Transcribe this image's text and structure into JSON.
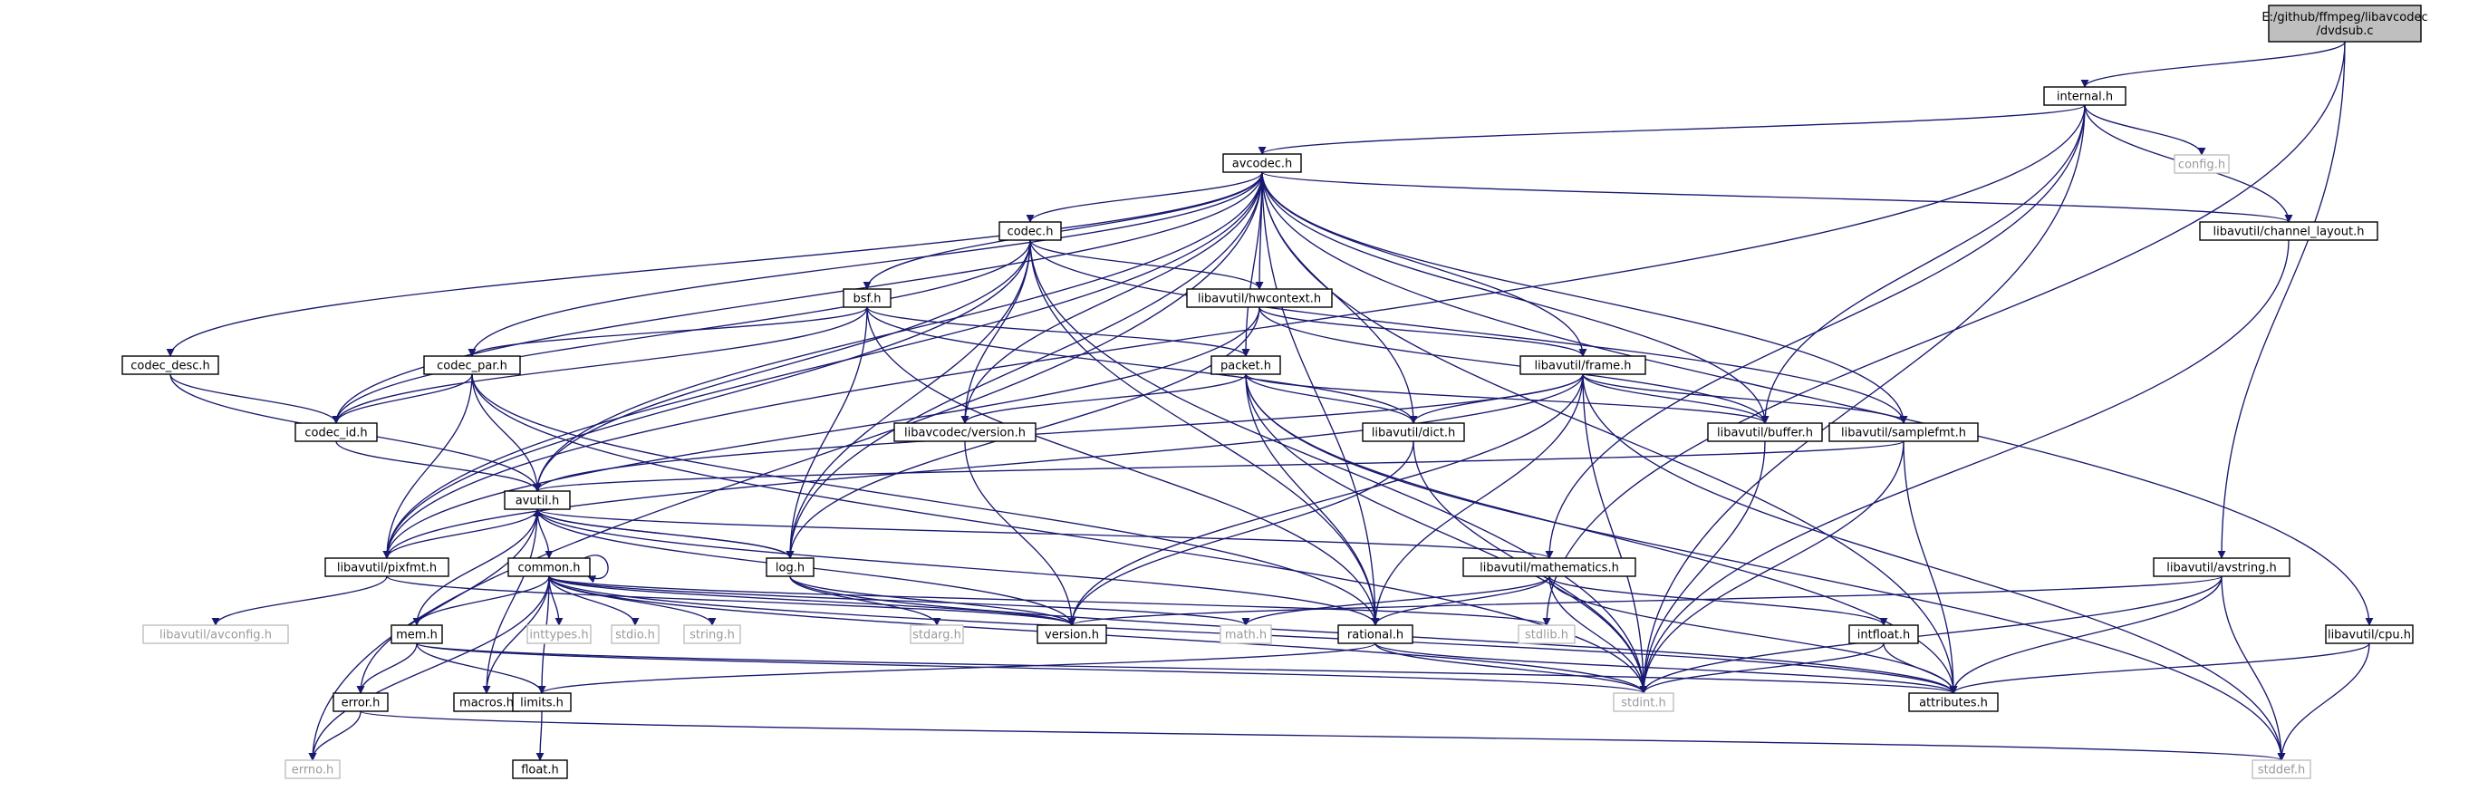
{
  "graph": {
    "edge_color": "#191970",
    "root_fill": "#bfbfbf",
    "node_border": "#000000",
    "external_border": "#bfbfbf",
    "external_text": "#9a9a9a",
    "nodes": [
      {
        "id": "root",
        "lines": [
          "E:/github/ffmpeg/libavcodec",
          "/dvdsub.c"
        ],
        "style": "root"
      },
      {
        "id": "internal",
        "lines": [
          "internal.h"
        ],
        "style": "solid"
      },
      {
        "id": "avcodec",
        "lines": [
          "avcodec.h"
        ],
        "style": "solid"
      },
      {
        "id": "config",
        "lines": [
          "config.h"
        ],
        "style": "gray"
      },
      {
        "id": "chlayout",
        "lines": [
          "libavutil/channel_layout.h"
        ],
        "style": "solid"
      },
      {
        "id": "codec",
        "lines": [
          "codec.h"
        ],
        "style": "solid"
      },
      {
        "id": "hwcontext",
        "lines": [
          "libavutil/hwcontext.h"
        ],
        "style": "solid"
      },
      {
        "id": "bsf",
        "lines": [
          "bsf.h"
        ],
        "style": "solid"
      },
      {
        "id": "codecdesc",
        "lines": [
          "codec_desc.h"
        ],
        "style": "solid"
      },
      {
        "id": "codecpar",
        "lines": [
          "codec_par.h"
        ],
        "style": "solid"
      },
      {
        "id": "packet",
        "lines": [
          "packet.h"
        ],
        "style": "solid"
      },
      {
        "id": "frame",
        "lines": [
          "libavutil/frame.h"
        ],
        "style": "solid"
      },
      {
        "id": "codecid",
        "lines": [
          "codec_id.h"
        ],
        "style": "solid"
      },
      {
        "id": "avcversion",
        "lines": [
          "libavcodec/version.h"
        ],
        "style": "solid"
      },
      {
        "id": "dict",
        "lines": [
          "libavutil/dict.h"
        ],
        "style": "solid"
      },
      {
        "id": "buffer",
        "lines": [
          "libavutil/buffer.h"
        ],
        "style": "solid"
      },
      {
        "id": "samplefmt",
        "lines": [
          "libavutil/samplefmt.h"
        ],
        "style": "solid"
      },
      {
        "id": "avutil",
        "lines": [
          "avutil.h"
        ],
        "style": "solid"
      },
      {
        "id": "pixfmt",
        "lines": [
          "libavutil/pixfmt.h"
        ],
        "style": "solid"
      },
      {
        "id": "log",
        "lines": [
          "log.h"
        ],
        "style": "solid"
      },
      {
        "id": "common",
        "lines": [
          "common.h"
        ],
        "style": "solid"
      },
      {
        "id": "mathematics",
        "lines": [
          "libavutil/mathematics.h"
        ],
        "style": "solid"
      },
      {
        "id": "avstring",
        "lines": [
          "libavutil/avstring.h"
        ],
        "style": "solid"
      },
      {
        "id": "avconfig",
        "lines": [
          "libavutil/avconfig.h"
        ],
        "style": "gray"
      },
      {
        "id": "mem",
        "lines": [
          "mem.h"
        ],
        "style": "solid"
      },
      {
        "id": "inttypes",
        "lines": [
          "inttypes.h"
        ],
        "style": "gray"
      },
      {
        "id": "stdio",
        "lines": [
          "stdio.h"
        ],
        "style": "gray"
      },
      {
        "id": "string",
        "lines": [
          "string.h"
        ],
        "style": "gray"
      },
      {
        "id": "stdarg",
        "lines": [
          "stdarg.h"
        ],
        "style": "gray"
      },
      {
        "id": "version",
        "lines": [
          "version.h"
        ],
        "style": "solid"
      },
      {
        "id": "math",
        "lines": [
          "math.h"
        ],
        "style": "gray"
      },
      {
        "id": "rational",
        "lines": [
          "rational.h"
        ],
        "style": "solid"
      },
      {
        "id": "stdlib",
        "lines": [
          "stdlib.h"
        ],
        "style": "gray"
      },
      {
        "id": "intfloat",
        "lines": [
          "intfloat.h"
        ],
        "style": "solid"
      },
      {
        "id": "cpu",
        "lines": [
          "libavutil/cpu.h"
        ],
        "style": "solid"
      },
      {
        "id": "error",
        "lines": [
          "error.h"
        ],
        "style": "solid"
      },
      {
        "id": "macros",
        "lines": [
          "macros.h"
        ],
        "style": "solid"
      },
      {
        "id": "limits",
        "lines": [
          "limits.h"
        ],
        "style": "solid"
      },
      {
        "id": "stdint",
        "lines": [
          "stdint.h"
        ],
        "style": "gray"
      },
      {
        "id": "attributes",
        "lines": [
          "attributes.h"
        ],
        "style": "solid"
      },
      {
        "id": "float",
        "lines": [
          "float.h"
        ],
        "style": "solid"
      },
      {
        "id": "errno",
        "lines": [
          "errno.h"
        ],
        "style": "gray"
      },
      {
        "id": "stddef",
        "lines": [
          "stddef.h"
        ],
        "style": "gray"
      }
    ],
    "edges": [
      [
        "root",
        "internal"
      ],
      [
        "root",
        "avstring"
      ],
      [
        "root",
        "stdlib"
      ],
      [
        "internal",
        "avcodec"
      ],
      [
        "internal",
        "config"
      ],
      [
        "internal",
        "chlayout"
      ],
      [
        "internal",
        "buffer"
      ],
      [
        "internal",
        "mathematics"
      ],
      [
        "internal",
        "pixfmt"
      ],
      [
        "internal",
        "stdint"
      ],
      [
        "avcodec",
        "errno"
      ],
      [
        "avcodec",
        "pixfmt"
      ],
      [
        "avcodec",
        "codecdesc"
      ],
      [
        "avcodec",
        "avutil"
      ],
      [
        "avcodec",
        "codecid"
      ],
      [
        "avcodec",
        "codecpar"
      ],
      [
        "avcodec",
        "bsf"
      ],
      [
        "avcodec",
        "log"
      ],
      [
        "avcodec",
        "avcversion"
      ],
      [
        "avcodec",
        "codec"
      ],
      [
        "avcodec",
        "hwcontext"
      ],
      [
        "avcodec",
        "packet"
      ],
      [
        "avcodec",
        "dict"
      ],
      [
        "avcodec",
        "frame"
      ],
      [
        "avcodec",
        "buffer"
      ],
      [
        "avcodec",
        "samplefmt"
      ],
      [
        "avcodec",
        "rational"
      ],
      [
        "avcodec",
        "attributes"
      ],
      [
        "avcodec",
        "chlayout"
      ],
      [
        "avcodec",
        "cpu"
      ],
      [
        "chlayout",
        "stdint"
      ],
      [
        "codec",
        "codecid"
      ],
      [
        "codec",
        "pixfmt"
      ],
      [
        "codec",
        "avutil"
      ],
      [
        "codec",
        "log"
      ],
      [
        "codec",
        "avcversion"
      ],
      [
        "codec",
        "hwcontext"
      ],
      [
        "codec",
        "rational"
      ],
      [
        "codec",
        "samplefmt"
      ],
      [
        "codec",
        "stdint"
      ],
      [
        "hwcontext",
        "pixfmt"
      ],
      [
        "hwcontext",
        "frame"
      ],
      [
        "hwcontext",
        "buffer"
      ],
      [
        "hwcontext",
        "log"
      ],
      [
        "bsf",
        "codecid"
      ],
      [
        "bsf",
        "codecpar"
      ],
      [
        "bsf",
        "packet"
      ],
      [
        "bsf",
        "dict"
      ],
      [
        "bsf",
        "log"
      ],
      [
        "bsf",
        "rational"
      ],
      [
        "codecdesc",
        "codecid"
      ],
      [
        "codecdesc",
        "avutil"
      ],
      [
        "codecpar",
        "codecid"
      ],
      [
        "codecpar",
        "avutil"
      ],
      [
        "codecpar",
        "pixfmt"
      ],
      [
        "codecpar",
        "rational"
      ],
      [
        "codecpar",
        "stdint"
      ],
      [
        "packet",
        "avcversion"
      ],
      [
        "packet",
        "dict"
      ],
      [
        "packet",
        "buffer"
      ],
      [
        "packet",
        "rational"
      ],
      [
        "packet",
        "stdint"
      ],
      [
        "packet",
        "attributes"
      ],
      [
        "packet",
        "stddef"
      ],
      [
        "frame",
        "dict"
      ],
      [
        "frame",
        "buffer"
      ],
      [
        "frame",
        "samplefmt"
      ],
      [
        "frame",
        "avutil"
      ],
      [
        "frame",
        "pixfmt"
      ],
      [
        "frame",
        "rational"
      ],
      [
        "frame",
        "version"
      ],
      [
        "frame",
        "stdint"
      ],
      [
        "frame",
        "stddef"
      ],
      [
        "codecid",
        "avutil"
      ],
      [
        "avcversion",
        "version"
      ],
      [
        "dict",
        "stdint"
      ],
      [
        "dict",
        "version"
      ],
      [
        "buffer",
        "stdint"
      ],
      [
        "samplefmt",
        "avutil"
      ],
      [
        "samplefmt",
        "stdint"
      ],
      [
        "samplefmt",
        "attributes"
      ],
      [
        "avutil",
        "pixfmt"
      ],
      [
        "avutil",
        "log"
      ],
      [
        "avutil",
        "common"
      ],
      [
        "avutil",
        "error"
      ],
      [
        "avutil",
        "version"
      ],
      [
        "avutil",
        "macros"
      ],
      [
        "avutil",
        "mathematics"
      ],
      [
        "avutil",
        "rational"
      ],
      [
        "pixfmt",
        "avconfig"
      ],
      [
        "pixfmt",
        "version"
      ],
      [
        "log",
        "avutil"
      ],
      [
        "log",
        "stdarg"
      ],
      [
        "log",
        "version"
      ],
      [
        "log",
        "attributes"
      ],
      [
        "common",
        "errno"
      ],
      [
        "common",
        "inttypes"
      ],
      [
        "common",
        "limits"
      ],
      [
        "common",
        "math"
      ],
      [
        "common",
        "stdint"
      ],
      [
        "common",
        "stdio"
      ],
      [
        "common",
        "stdlib"
      ],
      [
        "common",
        "string"
      ],
      [
        "common",
        "attributes"
      ],
      [
        "common",
        "macros"
      ],
      [
        "common",
        "version"
      ],
      [
        "common",
        "mem"
      ],
      [
        "common",
        "common"
      ],
      [
        "mathematics",
        "math"
      ],
      [
        "mathematics",
        "stdint"
      ],
      [
        "mathematics",
        "attributes"
      ],
      [
        "mathematics",
        "rational"
      ],
      [
        "mathematics",
        "intfloat"
      ],
      [
        "avstring",
        "stddef"
      ],
      [
        "avstring",
        "stdint"
      ],
      [
        "avstring",
        "attributes"
      ],
      [
        "avstring",
        "version"
      ],
      [
        "mem",
        "avutil"
      ],
      [
        "mem",
        "error"
      ],
      [
        "mem",
        "limits"
      ],
      [
        "mem",
        "stdint"
      ],
      [
        "mem",
        "attributes"
      ],
      [
        "rational",
        "stdint"
      ],
      [
        "rational",
        "limits"
      ],
      [
        "rational",
        "attributes"
      ],
      [
        "intfloat",
        "stdint"
      ],
      [
        "intfloat",
        "attributes"
      ],
      [
        "cpu",
        "stddef"
      ],
      [
        "cpu",
        "attributes"
      ],
      [
        "error",
        "errno"
      ],
      [
        "error",
        "stddef"
      ],
      [
        "limits",
        "float"
      ]
    ]
  }
}
